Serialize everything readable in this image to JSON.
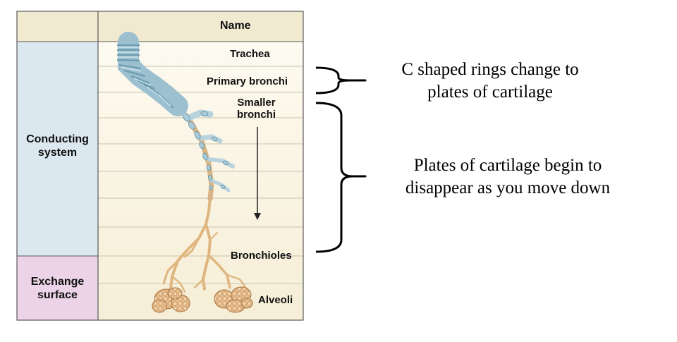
{
  "table": {
    "header": "Name",
    "categories": [
      {
        "label": "Conducting\nsystem",
        "color": "#dce8f0"
      },
      {
        "label": "Exchange\nsurface",
        "color": "#ecd3e7"
      }
    ],
    "rows": [
      "Trachea",
      "Primary bronchi",
      "Smaller\nbronchi",
      "Bronchioles",
      "Alveoli"
    ],
    "header_color": "#f2ead0",
    "body_color": "#fbf6e6",
    "cartilage_color": "#a9cbd9",
    "airway_color": "#e9c79c"
  },
  "annotations": [
    {
      "text": "C shaped rings change to\nplates of cartilage"
    },
    {
      "text": "Plates of cartilage begin to\ndisappear as you move down"
    }
  ]
}
